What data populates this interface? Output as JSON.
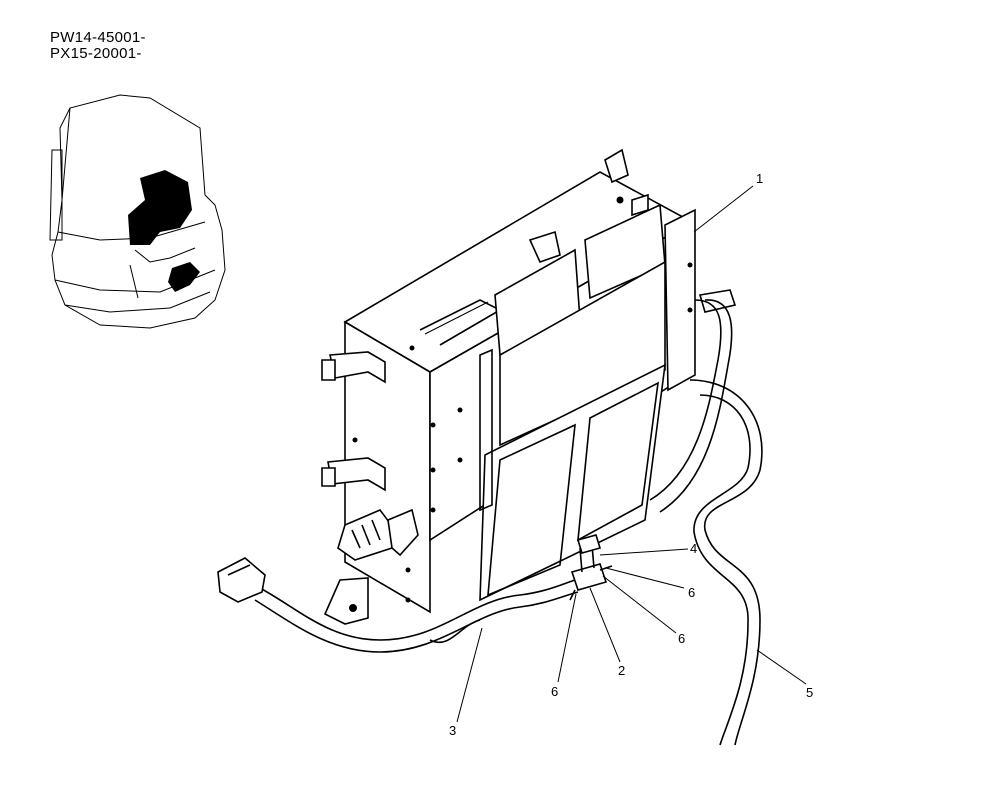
{
  "serial_ranges": [
    "PW14-45001-",
    "PX15-20001-"
  ],
  "callouts": {
    "c1": "1",
    "c2": "2",
    "c3": "3",
    "c4": "4",
    "c5": "5",
    "c6a": "6",
    "c6b": "6",
    "c6c": "6"
  }
}
